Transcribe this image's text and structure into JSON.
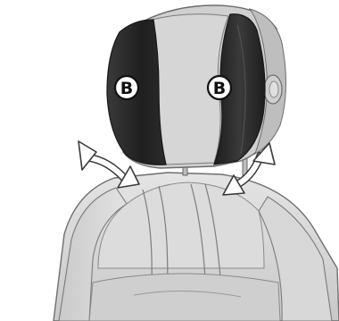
{
  "callouts": {
    "left": "B",
    "right": "B"
  },
  "colors": {
    "dark_pad": "#2a2a2a",
    "headrest_center": "#cfcfcf",
    "seat_fill": "#d3d3d3",
    "seat_highlight": "#e6e6e6",
    "seat_stroke": "#6f6f6f",
    "arrow_fill": "#ffffff",
    "arrow_stroke": "#3a3a3a"
  },
  "icons": {
    "arrows": "curved-double-arrow"
  }
}
